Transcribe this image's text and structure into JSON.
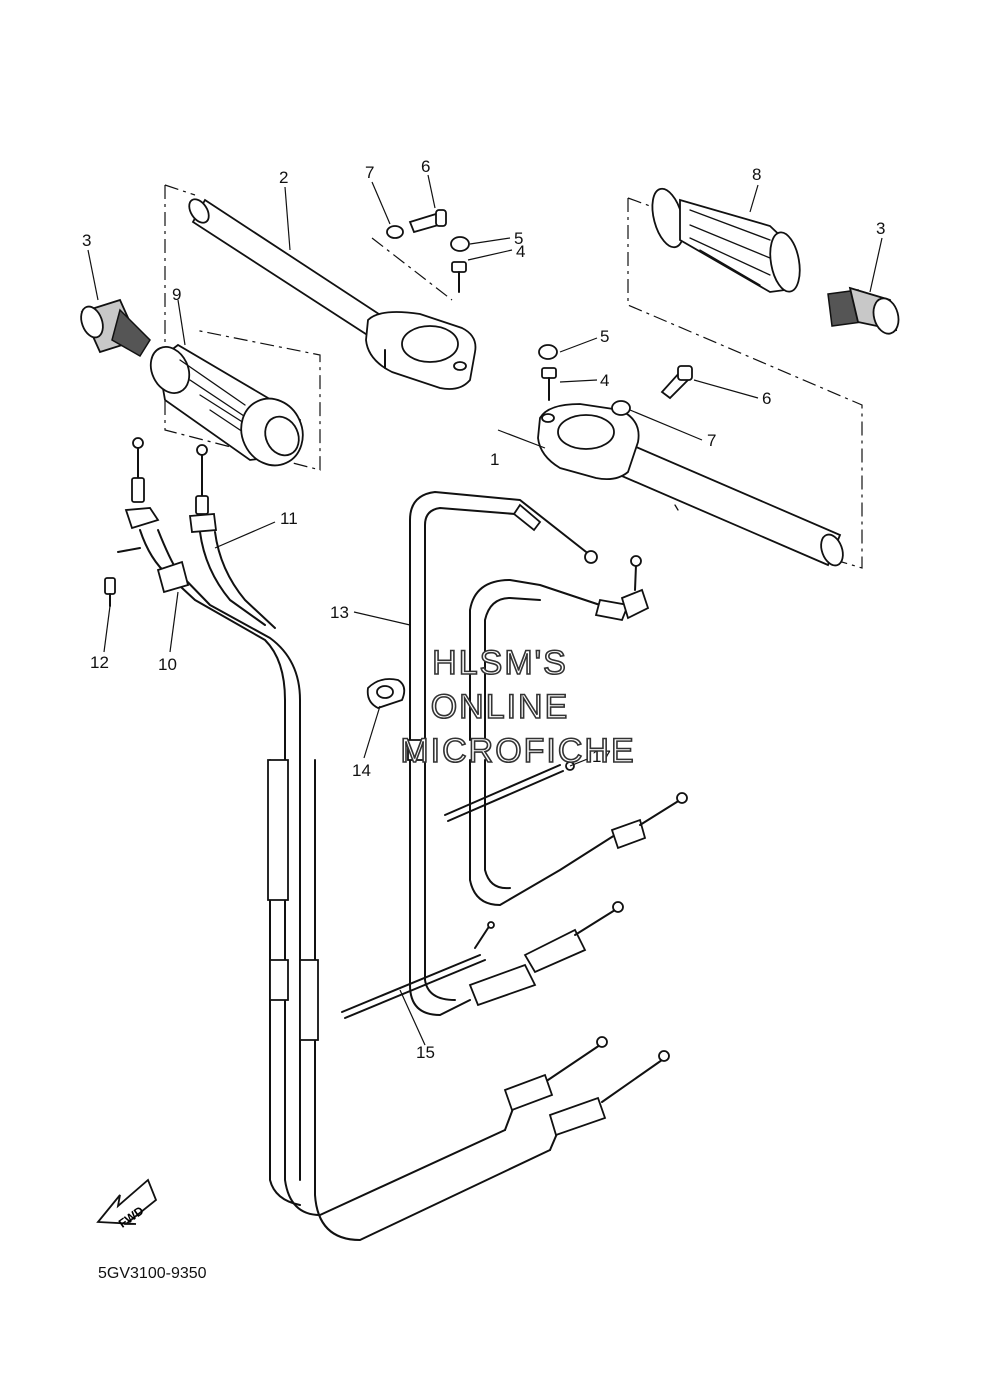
{
  "diagram": {
    "code": "5GV3100-9350",
    "fwd_label": "FWD",
    "watermark": [
      "HLSM'S",
      "ONLINE",
      "MICROFICHE"
    ],
    "callouts": [
      {
        "id": "c1",
        "text": "1"
      },
      {
        "id": "c2",
        "text": "2"
      },
      {
        "id": "c3a",
        "text": "3"
      },
      {
        "id": "c3b",
        "text": "3"
      },
      {
        "id": "c4a",
        "text": "4"
      },
      {
        "id": "c4b",
        "text": "4"
      },
      {
        "id": "c5a",
        "text": "5"
      },
      {
        "id": "c5b",
        "text": "5"
      },
      {
        "id": "c6a",
        "text": "6"
      },
      {
        "id": "c6b",
        "text": "6"
      },
      {
        "id": "c7a",
        "text": "7"
      },
      {
        "id": "c7b",
        "text": "7"
      },
      {
        "id": "c8",
        "text": "8"
      },
      {
        "id": "c9",
        "text": "9"
      },
      {
        "id": "c10",
        "text": "10"
      },
      {
        "id": "c11",
        "text": "11"
      },
      {
        "id": "c12",
        "text": "12"
      },
      {
        "id": "c13",
        "text": "13"
      },
      {
        "id": "c14",
        "text": "14"
      },
      {
        "id": "c15",
        "text": "15"
      },
      {
        "id": "c17",
        "text": "17"
      }
    ]
  }
}
